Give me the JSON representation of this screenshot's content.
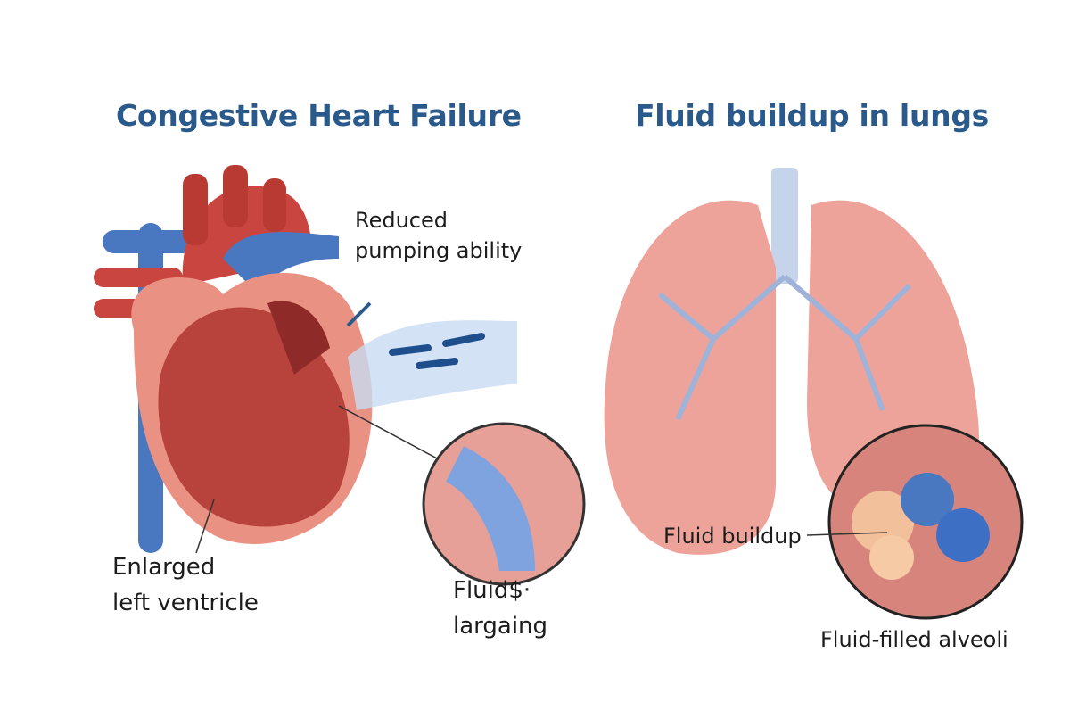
{
  "left_panel": {
    "title": "Congestive Heart Failure",
    "labels": {
      "reduced_pumping": [
        "Reduced",
        "pumping ability"
      ],
      "enlarged_ventricle": [
        "Enlarged",
        "left ventricle"
      ],
      "fluids": [
        "Fluid$·",
        "largaing"
      ]
    }
  },
  "right_panel": {
    "title": "Fluid buildup in lungs",
    "labels": {
      "fluid_buildup": "Fluid buildup",
      "alveoli": "Fluid-filled alveoli"
    }
  },
  "colors": {
    "title": "#2a5a8c",
    "heart_red": "#c8463f",
    "vein_blue": "#4a78c0",
    "lung_pink": "#eea39a",
    "fluid_blue": "#3d6fc4"
  }
}
